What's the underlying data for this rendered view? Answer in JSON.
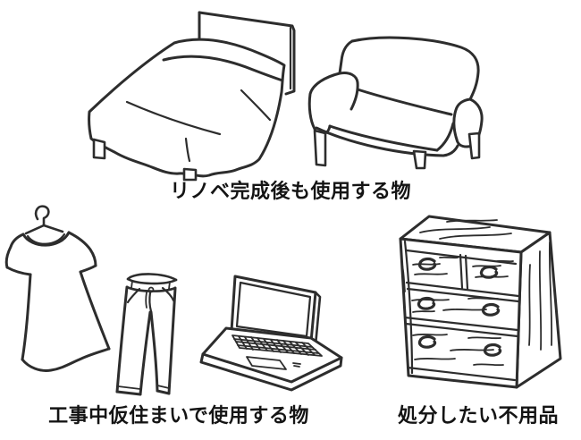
{
  "illustration": {
    "background_color": "#ffffff",
    "ink_color": "#2d2d2d",
    "text_color": "#141414"
  },
  "groups": [
    {
      "id": "keep-after-renovation",
      "label": "リノベ完成後も使用する物",
      "items": [
        {
          "name": "bed"
        },
        {
          "name": "sofa"
        }
      ]
    },
    {
      "id": "use-during-temporary-housing",
      "label": "工事中仮住まいで使用する物",
      "items": [
        {
          "name": "dress-on-hanger"
        },
        {
          "name": "jeans"
        },
        {
          "name": "laptop"
        }
      ]
    },
    {
      "id": "unwanted-items-to-dispose",
      "label": "処分したい不用品",
      "items": [
        {
          "name": "chest-of-drawers"
        }
      ]
    }
  ]
}
